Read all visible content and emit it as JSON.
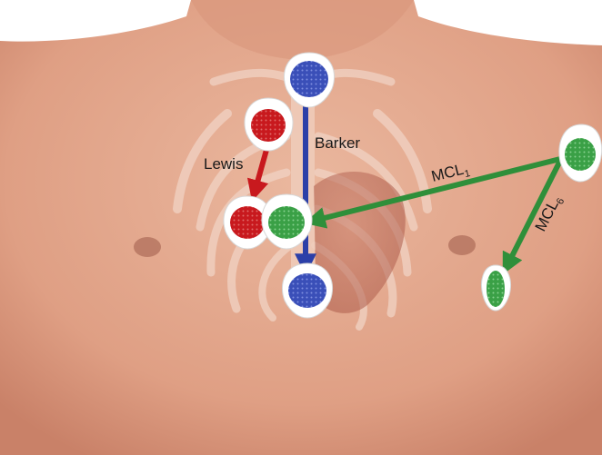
{
  "leads": {
    "lewis": {
      "label": "Lewis",
      "color": "#c8191e"
    },
    "barker": {
      "label": "Barker",
      "color": "#2b3fa8"
    },
    "mcl1": {
      "label_main": "MCL",
      "label_sub": "1",
      "color": "#2f8f3a"
    },
    "mcl6": {
      "label_main": "MCL",
      "label_sub": "6",
      "color": "#2f8f3a"
    }
  },
  "electrode_colors": {
    "red": "#c8191e",
    "blue": "#3a4fb8",
    "green": "#3aa046"
  },
  "skin_color": "#e3a58a"
}
